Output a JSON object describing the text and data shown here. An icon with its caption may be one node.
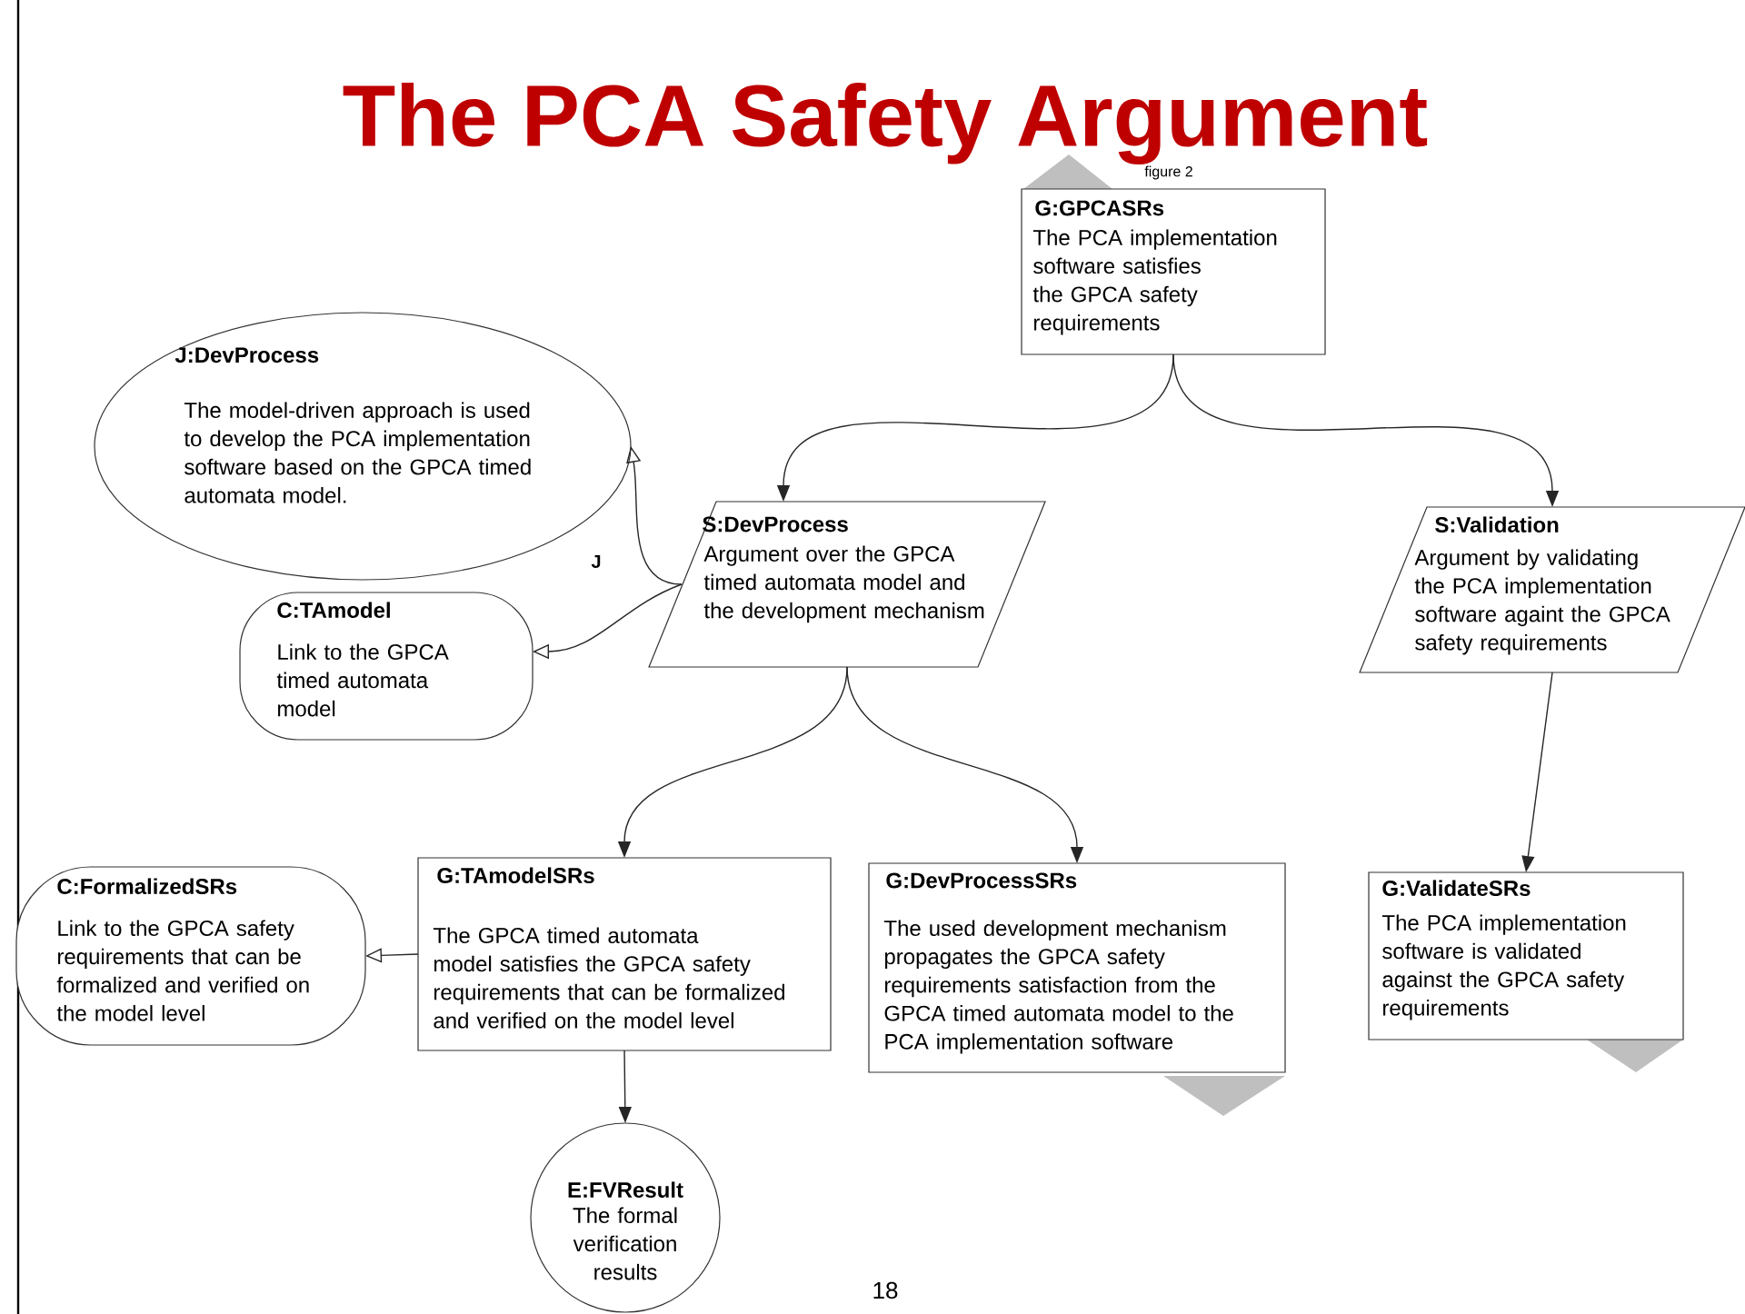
{
  "diagram": {
    "title": "The PCA Safety Argument",
    "nodes": [
      {
        "text": [
          "G:GPCASRs",
          "The PCA implementation software satisfies the GPCA safety requirements"
        ],
        "beside": [
          "figure 2"
        ]
      },
      {
        "text": [
          "J:DevProcess",
          "The model-driven approach is used to develop the PCA implementation software based on the GPCA timed automata model."
        ]
      },
      {
        "text": [
          "S:DevProcess",
          "Argument over the GPCA timed automata model and the development mechanism"
        ]
      },
      {
        "text": [
          "S:Validation",
          "Argument by validating the PCA implementation software againt the GPCA safety requirements"
        ]
      },
      {
        "text": [
          "C:TAmodel",
          "Link to the GPCA timed automata model"
        ]
      },
      {
        "text": [
          "C:FormalizedSRs",
          "Link to the GPCA safety requirements that can be formalized and verified on the model level"
        ]
      },
      {
        "text": [
          "G:TAmodelSRs",
          "The GPCA timed automata model satisfies the GPCA safety requirements that can be formalized and verified on the model level"
        ]
      },
      {
        "text": [
          "G:DevProcessSRs",
          "The used development mechanism propagates the GPCA safety requirements satisfaction from the GPCA timed automata model to the PCA implementation software"
        ]
      },
      {
        "text": [
          "G:ValidateSRs",
          "The PCA implementation software is validated against the GPCA safety requirements"
        ]
      },
      {
        "text": [
          "E:FVResult",
          "The formal verification results"
        ]
      }
    ],
    "edges": [
      {
        "from": 0,
        "to": 2,
        "arrow": "to"
      },
      {
        "from": 0,
        "to": 3,
        "arrow": "to"
      },
      {
        "from": 2,
        "to": 1,
        "arrow": "to"
      },
      {
        "from": 2,
        "to": 4,
        "arrow": "to"
      },
      {
        "from": 2,
        "to": 6,
        "arrow": "to"
      },
      {
        "from": 2,
        "to": 7,
        "arrow": "to"
      },
      {
        "from": 3,
        "to": 8,
        "arrow": "to"
      },
      {
        "from": 6,
        "to": 5,
        "arrow": "to"
      },
      {
        "from": 6,
        "to": 9,
        "arrow": "to"
      }
    ],
    "labels": [
      "J",
      "18"
    ]
  }
}
